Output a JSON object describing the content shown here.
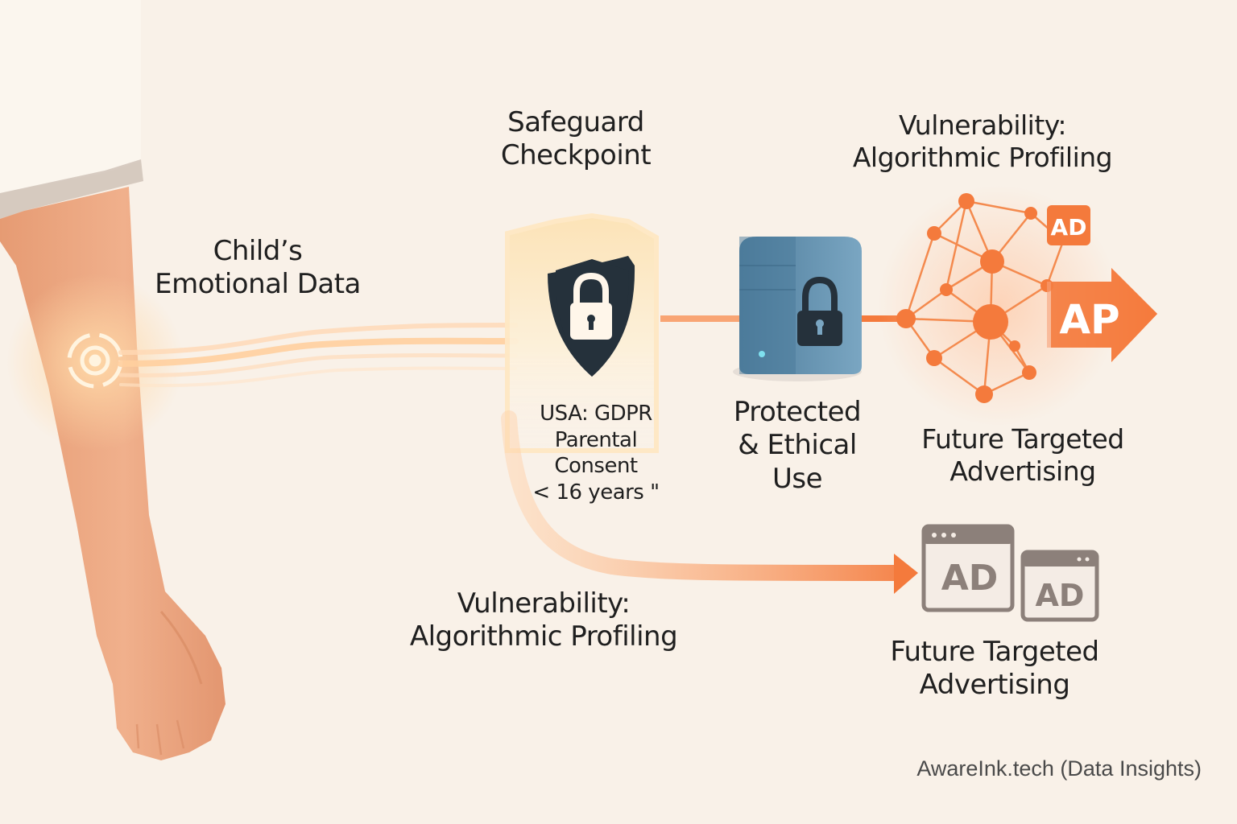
{
  "labels": {
    "emotional_data": "Child’s\nEmotional Data",
    "checkpoint_title": "Safeguard\nCheckpoint",
    "checkpoint_rule": "USA: GDPR\nParental\nConsent\n< 16 years \"",
    "protected": "Protected\n& Ethical\nUse",
    "vuln_top": "Vulnerability:\nAlgorithmic Profiling",
    "ads_top": "Future Targeted\nAdvertising",
    "vuln_bottom": "Vulnerability:\nAlgorithmic Profiling",
    "ads_bottom": "Future Targeted\nAdvertising",
    "ad_badge": "AD",
    "ap_arrow": "AP",
    "window_ad_large": "AD",
    "window_ad_small": "AD"
  },
  "credit": "AwareInk.tech  (Data Insights)",
  "colors": {
    "background": "#f9f1e8",
    "accent_orange": "#f47a3c",
    "skin": "#eaa37c",
    "shield_dark": "#25313b",
    "server_blue": "#5e8dab",
    "ad_window_gray": "#8c807a"
  },
  "icons": [
    "arm-illustration",
    "sensor-icon",
    "shield-icon",
    "lock-icon",
    "server-lock-icon",
    "network-graph-icon",
    "ad-window-icon"
  ]
}
